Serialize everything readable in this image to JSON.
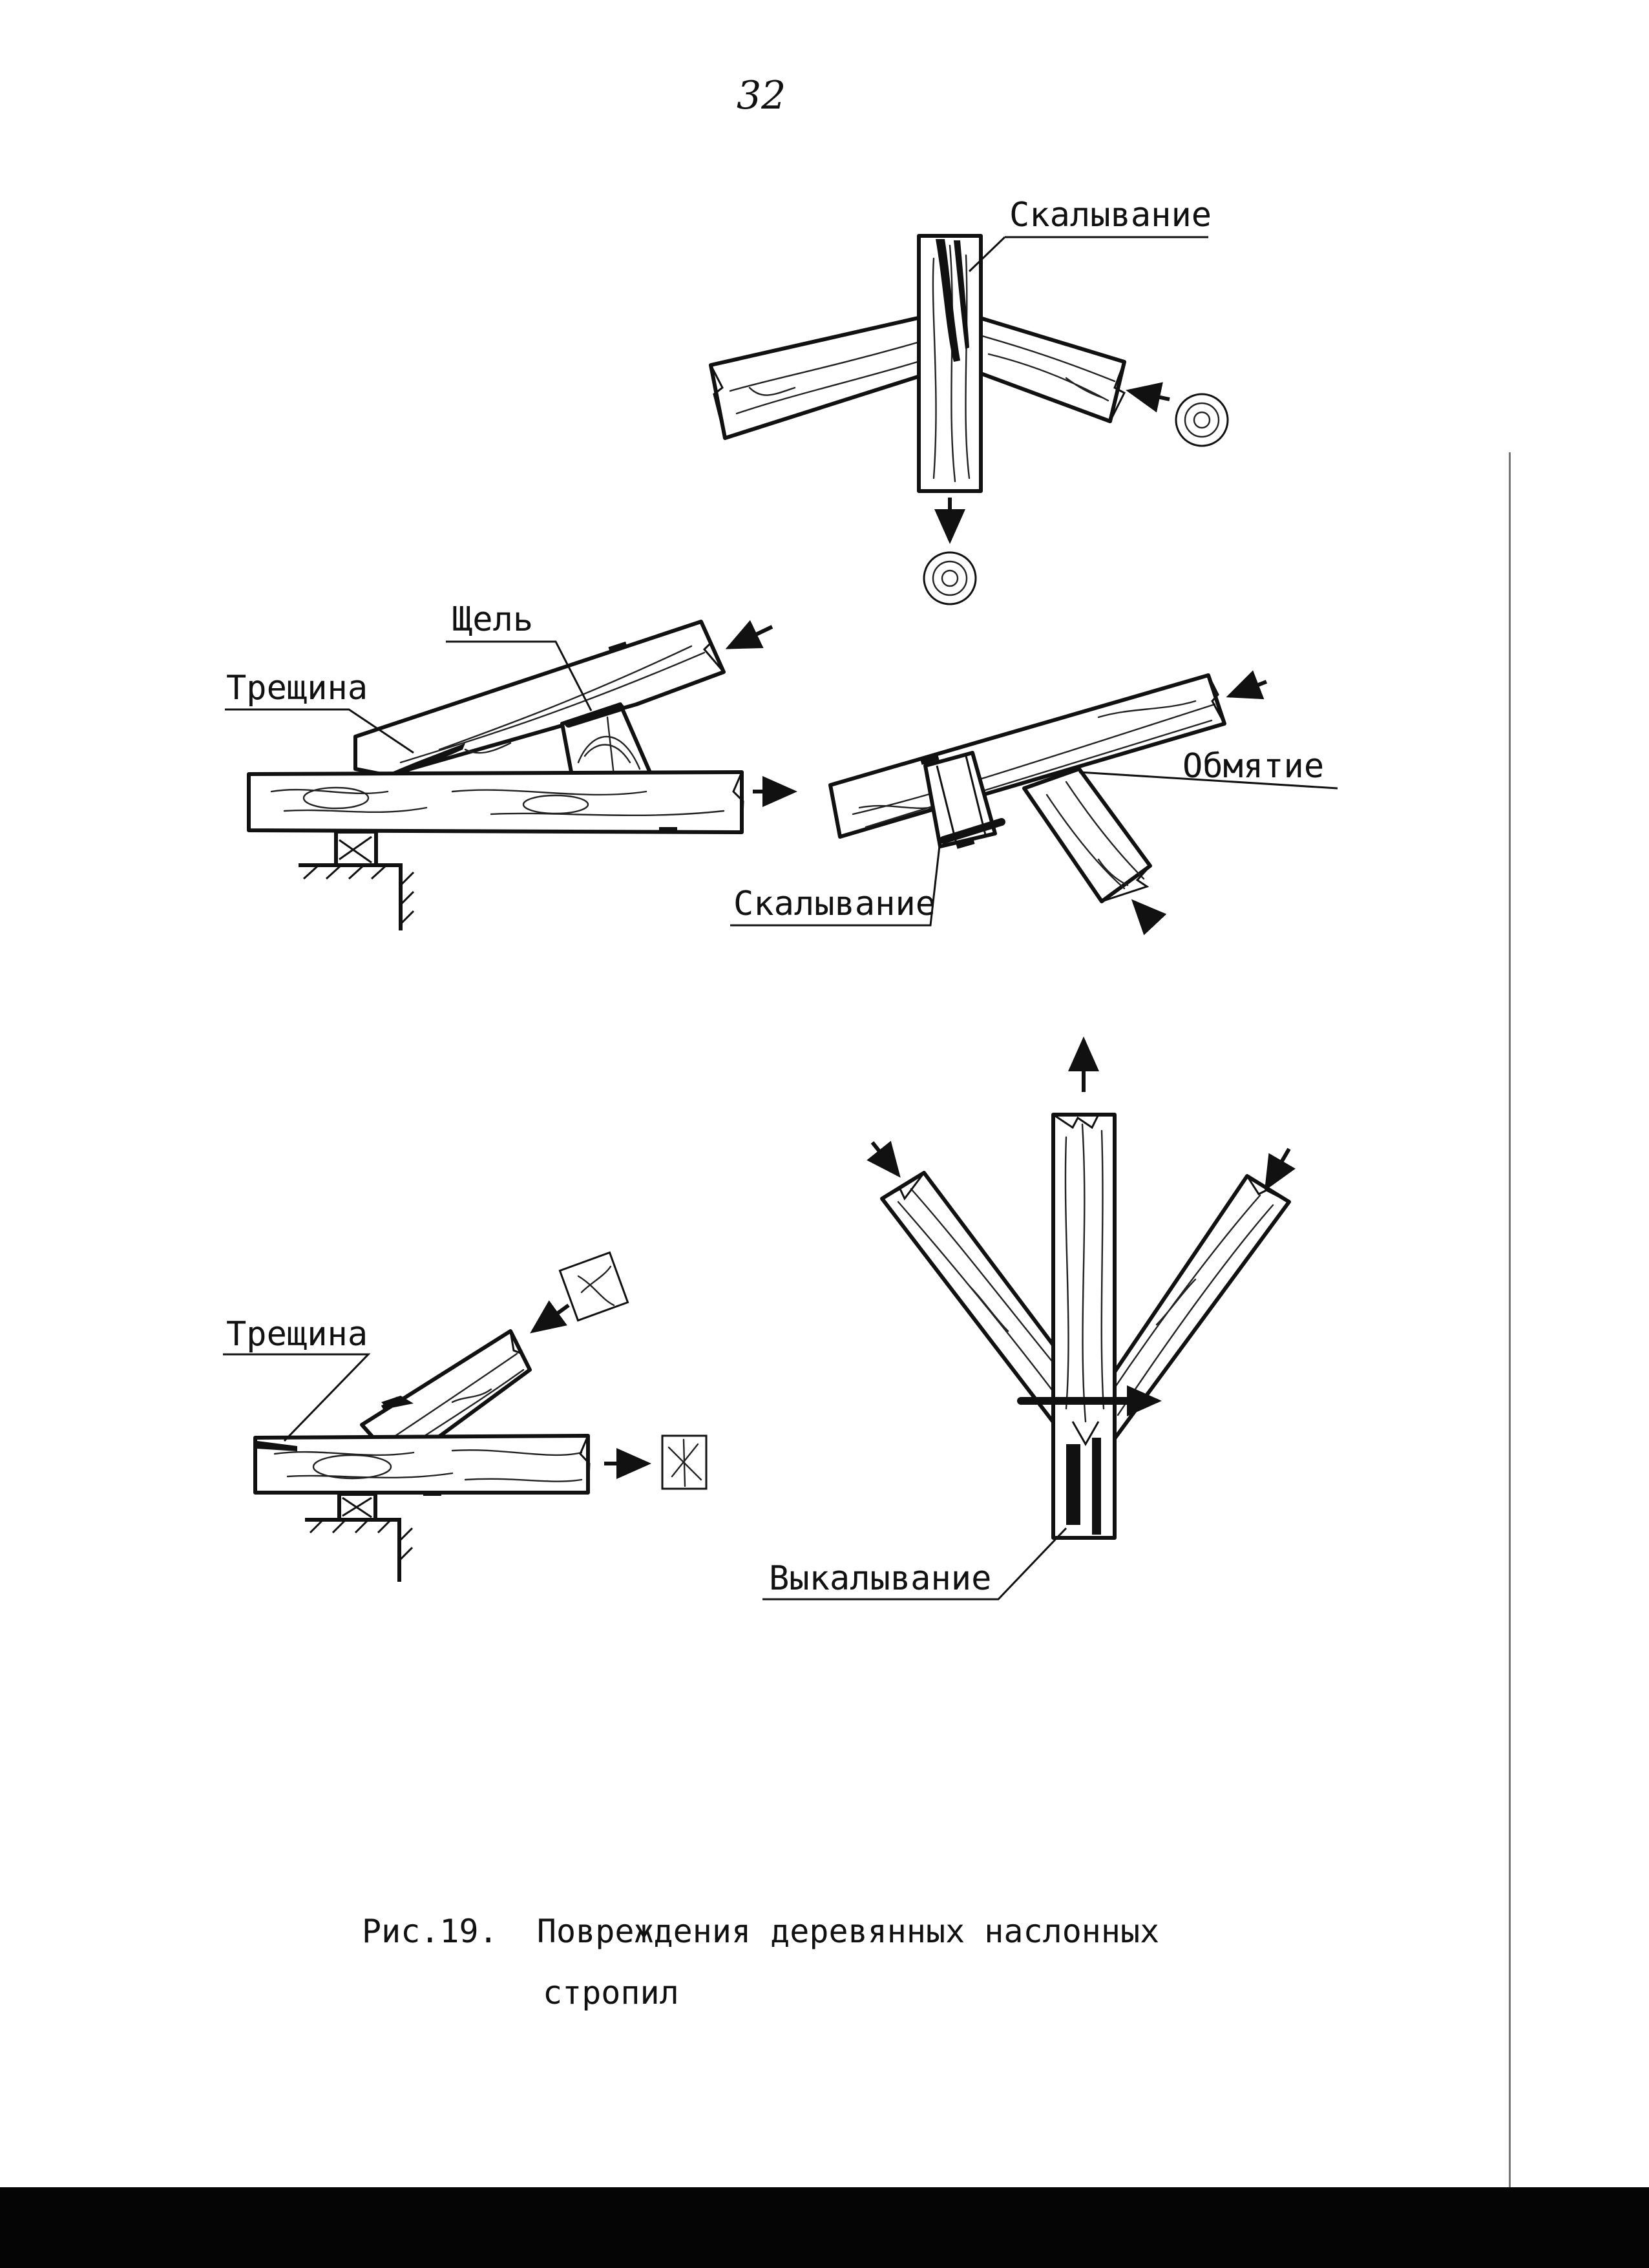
{
  "page": {
    "number": "32"
  },
  "labels": {
    "top_shear": "Скалывание",
    "gap": "Щель",
    "crack_1": "Трещина",
    "crushing": "Обмятие",
    "mid_shear": "Скалывание",
    "crack_2": "Трещина",
    "shear_out": "Выкалывание"
  },
  "caption": {
    "line_1": "Рис.19.  Повреждения деревянных наслонных",
    "line_2": "стропил"
  }
}
